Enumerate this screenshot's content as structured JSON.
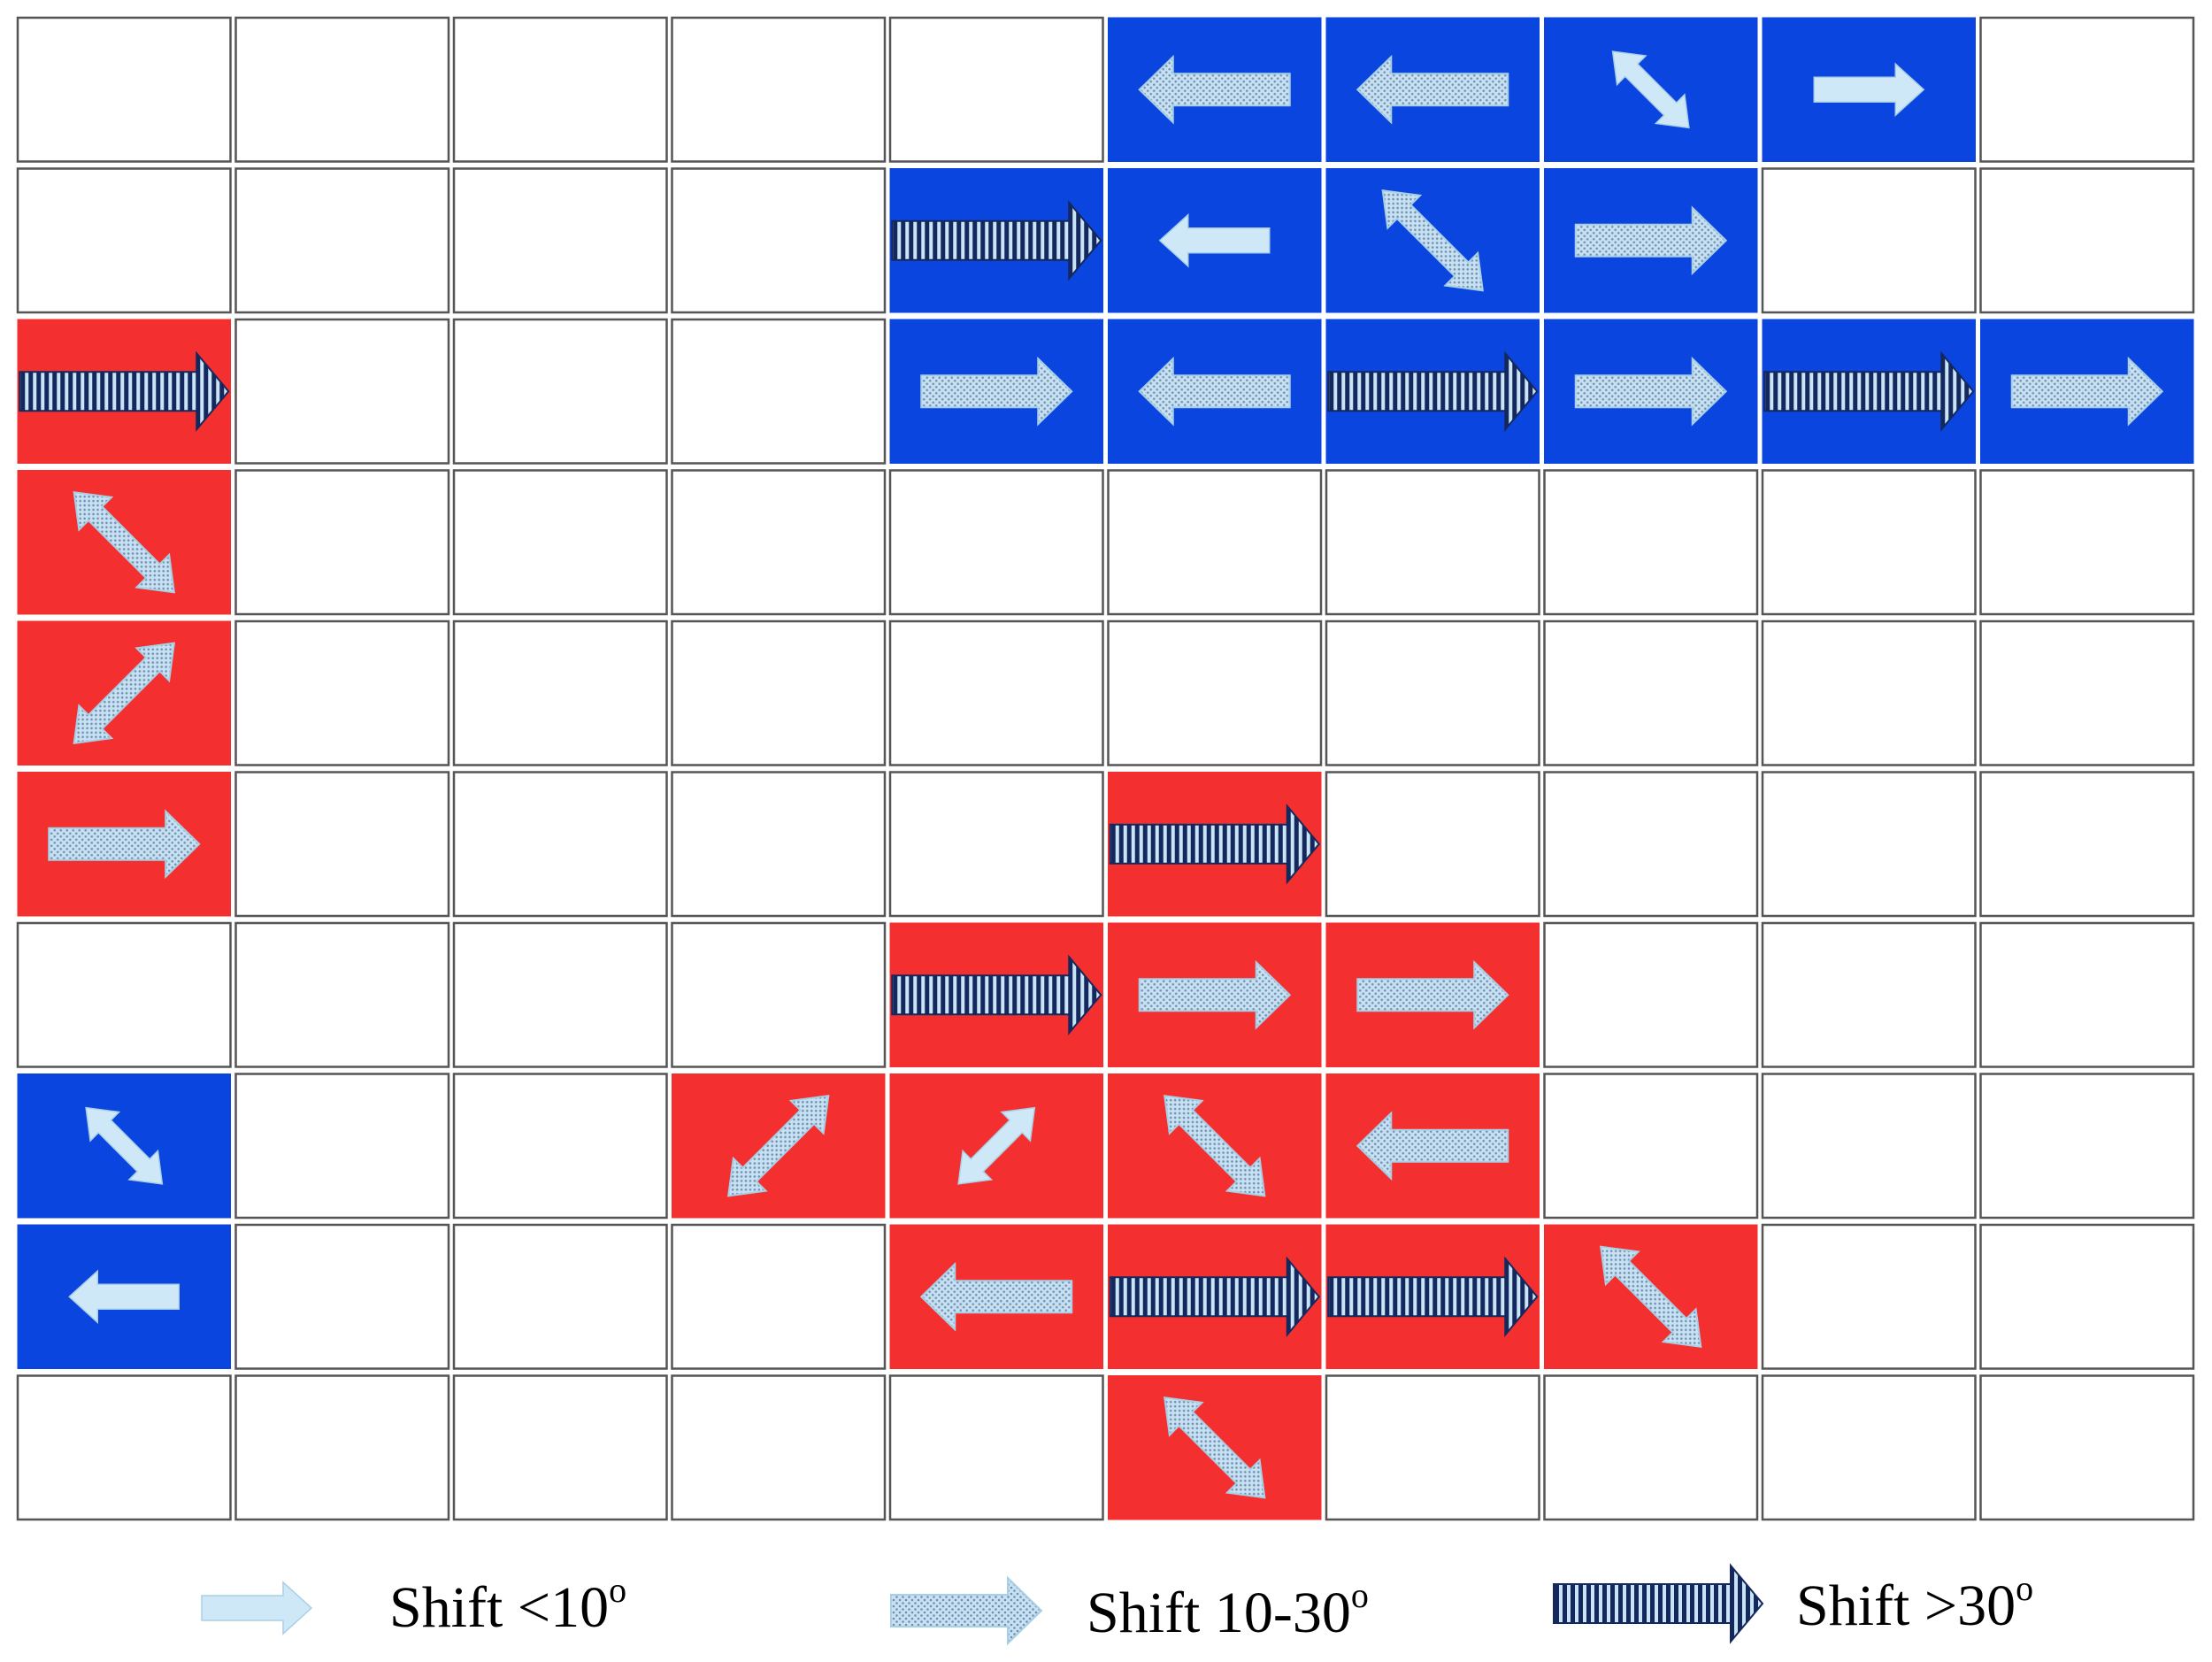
{
  "colors": {
    "red": "#f42f2f",
    "blue": "#0a45e0",
    "empty": "#ffffff",
    "cell_border": "#555555",
    "arrow_light": "#cfe8f8",
    "arrow_light_stroke": "#a8cfe6",
    "arrow_dotted": "#c7e1f2",
    "arrow_dotted_dot": "#6f8fb0",
    "arrow_dark_stripe": "#14285e",
    "arrow_dark_gap": "#c9e4f5"
  },
  "grid": {
    "rows": 10,
    "cols": 10,
    "cells": [
      {
        "r": 0,
        "c": 5,
        "color": "blue",
        "arrow": "left",
        "shift": "mid"
      },
      {
        "r": 0,
        "c": 6,
        "color": "blue",
        "arrow": "left",
        "shift": "mid"
      },
      {
        "r": 0,
        "c": 7,
        "color": "blue",
        "arrow": "diag_nw_se",
        "shift": "low"
      },
      {
        "r": 0,
        "c": 8,
        "color": "blue",
        "arrow": "right",
        "shift": "low"
      },
      {
        "r": 1,
        "c": 4,
        "color": "blue",
        "arrow": "right",
        "shift": "high"
      },
      {
        "r": 1,
        "c": 5,
        "color": "blue",
        "arrow": "left",
        "shift": "low"
      },
      {
        "r": 1,
        "c": 6,
        "color": "blue",
        "arrow": "diag_nw_se",
        "shift": "mid"
      },
      {
        "r": 1,
        "c": 7,
        "color": "blue",
        "arrow": "right",
        "shift": "mid"
      },
      {
        "r": 2,
        "c": 0,
        "color": "red",
        "arrow": "right",
        "shift": "high"
      },
      {
        "r": 2,
        "c": 4,
        "color": "blue",
        "arrow": "right",
        "shift": "mid"
      },
      {
        "r": 2,
        "c": 5,
        "color": "blue",
        "arrow": "left",
        "shift": "mid"
      },
      {
        "r": 2,
        "c": 6,
        "color": "blue",
        "arrow": "right",
        "shift": "high"
      },
      {
        "r": 2,
        "c": 7,
        "color": "blue",
        "arrow": "right",
        "shift": "mid"
      },
      {
        "r": 2,
        "c": 8,
        "color": "blue",
        "arrow": "right",
        "shift": "high"
      },
      {
        "r": 2,
        "c": 9,
        "color": "blue",
        "arrow": "right",
        "shift": "mid"
      },
      {
        "r": 3,
        "c": 0,
        "color": "red",
        "arrow": "diag_nw_se",
        "shift": "mid"
      },
      {
        "r": 4,
        "c": 0,
        "color": "red",
        "arrow": "diag_ne_sw",
        "shift": "mid"
      },
      {
        "r": 5,
        "c": 0,
        "color": "red",
        "arrow": "right",
        "shift": "mid"
      },
      {
        "r": 5,
        "c": 5,
        "color": "red",
        "arrow": "right",
        "shift": "high"
      },
      {
        "r": 6,
        "c": 4,
        "color": "red",
        "arrow": "right",
        "shift": "high"
      },
      {
        "r": 6,
        "c": 5,
        "color": "red",
        "arrow": "right",
        "shift": "mid"
      },
      {
        "r": 6,
        "c": 6,
        "color": "red",
        "arrow": "right",
        "shift": "mid"
      },
      {
        "r": 7,
        "c": 0,
        "color": "blue",
        "arrow": "diag_nw_se",
        "shift": "low"
      },
      {
        "r": 7,
        "c": 3,
        "color": "red",
        "arrow": "diag_ne_sw",
        "shift": "mid"
      },
      {
        "r": 7,
        "c": 4,
        "color": "red",
        "arrow": "diag_ne_sw",
        "shift": "low"
      },
      {
        "r": 7,
        "c": 5,
        "color": "red",
        "arrow": "diag_nw_se",
        "shift": "mid"
      },
      {
        "r": 7,
        "c": 6,
        "color": "red",
        "arrow": "left",
        "shift": "mid"
      },
      {
        "r": 8,
        "c": 0,
        "color": "blue",
        "arrow": "left",
        "shift": "low"
      },
      {
        "r": 8,
        "c": 4,
        "color": "red",
        "arrow": "left",
        "shift": "mid"
      },
      {
        "r": 8,
        "c": 5,
        "color": "red",
        "arrow": "right",
        "shift": "high"
      },
      {
        "r": 8,
        "c": 6,
        "color": "red",
        "arrow": "right",
        "shift": "high"
      },
      {
        "r": 8,
        "c": 7,
        "color": "red",
        "arrow": "diag_nw_se",
        "shift": "mid"
      },
      {
        "r": 9,
        "c": 5,
        "color": "red",
        "arrow": "diag_nw_se",
        "shift": "mid"
      }
    ]
  },
  "legend": {
    "low": {
      "label": "Shift <10",
      "degree": "o"
    },
    "mid": {
      "label": "Shift 10-30",
      "degree": "o"
    },
    "high": {
      "label": "Shift >30",
      "degree": "o"
    }
  }
}
